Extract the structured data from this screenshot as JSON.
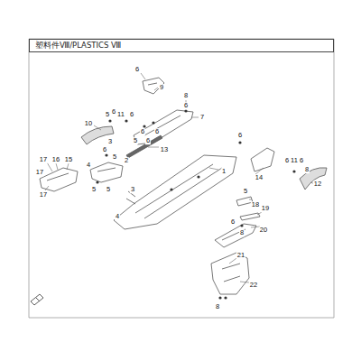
{
  "diagram": {
    "title": "塑料件Ⅷ/PLASTICS Ⅷ",
    "labels": [
      "6",
      "9",
      "8",
      "6",
      "7",
      "5",
      "6",
      "11",
      "6",
      "6",
      "5",
      "6",
      "6",
      "10",
      "13",
      "3",
      "6",
      "5",
      "2",
      "4",
      "17",
      "16",
      "15",
      "17",
      "17",
      "5",
      "5",
      "3",
      "4",
      "1",
      "6",
      "14",
      "5",
      "18",
      "19",
      "6",
      "8",
      "20",
      "6",
      "11",
      "6",
      "8",
      "12",
      "21",
      "22",
      "8"
    ]
  }
}
